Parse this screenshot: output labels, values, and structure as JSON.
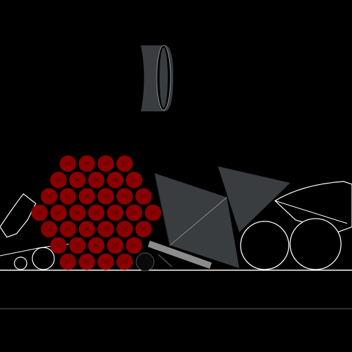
{
  "colors": {
    "background": "#000000",
    "ground_line": "#ffffff",
    "ball": "#8b0000",
    "ball_mark": "#5a0000",
    "gray_piece": "#3a3d40",
    "gray_edge": "#8a8f94",
    "outline": "#ffffff",
    "bar": "#8c8c8c"
  },
  "scene": {
    "ball_rows": [
      4,
      5,
      6,
      7,
      6,
      5,
      4
    ]
  }
}
